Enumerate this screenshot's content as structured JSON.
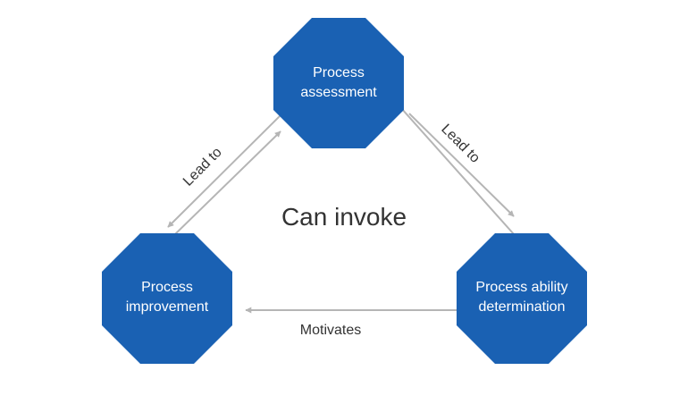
{
  "diagram": {
    "center_label": "Can invoke",
    "colors": {
      "node_fill": "#1a61b3",
      "arrow": "#b5b5b5",
      "text_dark": "#333333",
      "node_text": "#ffffff"
    },
    "nodes": {
      "assessment": {
        "line1": "Process",
        "line2": "assessment"
      },
      "improvement": {
        "line1": "Process",
        "line2": "improvement"
      },
      "determination": {
        "line1": "Process ability",
        "line2": "determination"
      }
    },
    "edges": {
      "left_label": "Lead to",
      "right_label": "Lead to",
      "bottom_label": "Motivates"
    }
  }
}
